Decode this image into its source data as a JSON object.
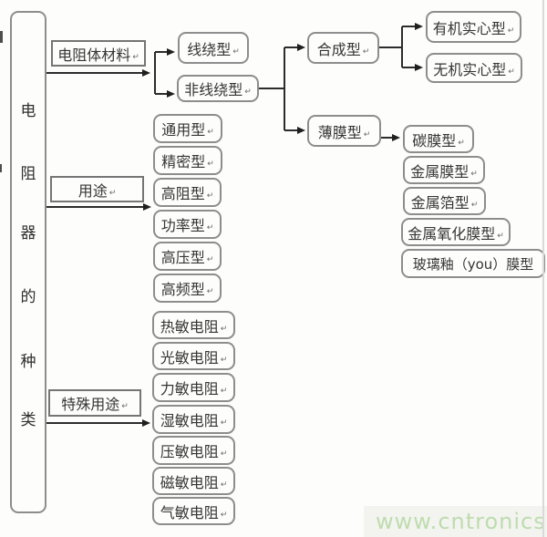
{
  "title": {
    "text": "电阻器的种类",
    "chars": [
      "电",
      "阻",
      "器",
      "的",
      "种",
      "类"
    ]
  },
  "marks": {
    "return": "↵"
  },
  "branches": {
    "material": {
      "label": "电阻体材料"
    },
    "usage": {
      "label": "用途"
    },
    "special": {
      "label": "特殊用途"
    }
  },
  "nodes": {
    "wirewound": {
      "label": "线绕型"
    },
    "non_wirewound": {
      "label": "非线绕型"
    },
    "composite": {
      "label": "合成型"
    },
    "thin_film": {
      "label": "薄膜型"
    },
    "organic_solid": {
      "label": "有机实心型"
    },
    "inorganic_solid": {
      "label": "无机实心型"
    },
    "carbon_film": {
      "label": "碳膜型"
    },
    "metal_film": {
      "label": "金属膜型"
    },
    "metal_foil": {
      "label": "金属箔型"
    },
    "metal_oxide_film": {
      "label": "金属氧化膜型"
    },
    "glass_glaze_film": {
      "label": "玻璃釉（you）膜型"
    },
    "general": {
      "label": "通用型"
    },
    "precision": {
      "label": "精密型"
    },
    "high_resistance": {
      "label": "高阻型"
    },
    "power": {
      "label": "功率型"
    },
    "high_voltage": {
      "label": "高压型"
    },
    "high_frequency": {
      "label": "高频型"
    },
    "thermal": {
      "label": "热敏电阻"
    },
    "photo": {
      "label": "光敏电阻"
    },
    "force": {
      "label": "力敏电阻"
    },
    "humidity": {
      "label": "湿敏电阻"
    },
    "pressure": {
      "label": "压敏电阻"
    },
    "magnetic": {
      "label": "磁敏电阻"
    },
    "gas": {
      "label": "气敏电阻"
    }
  },
  "watermark": {
    "text": "www.cntronics.com",
    "color": "#bedcae"
  },
  "colors": {
    "box_border": "#8d8d8d",
    "rect_border": "#757575",
    "line": "#2c2c2c",
    "text": "#353535",
    "background": "#fdfdfc"
  }
}
